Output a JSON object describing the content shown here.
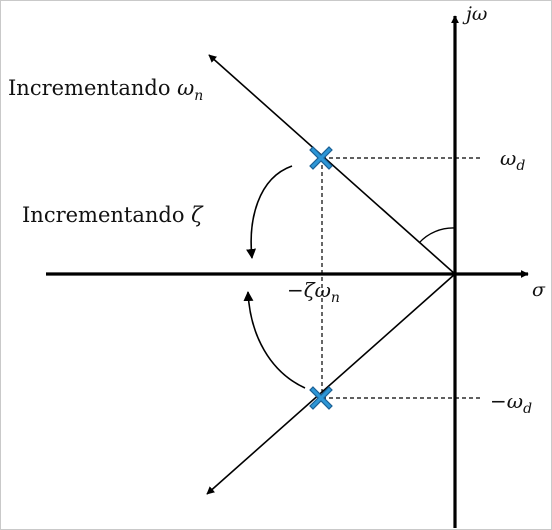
{
  "axes": {
    "imag_axis_label": "jω",
    "real_axis_label": "σ"
  },
  "labels": {
    "increase_wn": {
      "text": "Incrementando ",
      "symbol": "ω",
      "sub": "n"
    },
    "increase_zeta": {
      "text": "Incrementando ",
      "symbol": "ζ"
    },
    "wd": {
      "symbol": "ω",
      "sub": "d"
    },
    "neg_wd": {
      "prefix": "−",
      "symbol": "ω",
      "sub": "d"
    },
    "neg_zeta_wn": {
      "prefix": "−",
      "symbol": "ζω",
      "sub": "n"
    }
  },
  "colors": {
    "pole_marker": "#2d96d6",
    "pole_marker_outline": "#1a5f94",
    "lines": "#000000"
  }
}
